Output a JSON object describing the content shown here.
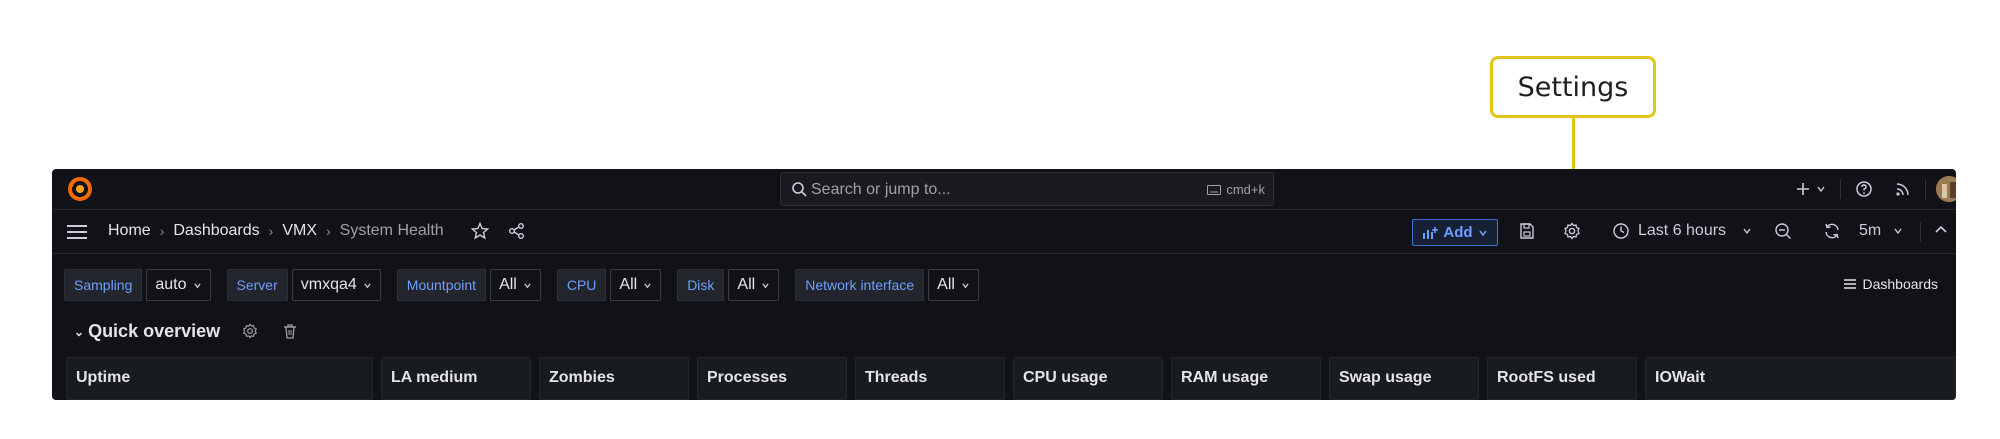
{
  "callout": {
    "text": "Settings",
    "color": "#e3c51a"
  },
  "topbar": {
    "search_placeholder": "Search or jump to...",
    "search_shortcut": "cmd+k",
    "icons": [
      "grafana-logo-icon",
      "plus-icon",
      "chevron-down-icon",
      "help-icon",
      "rss-icon",
      "avatar"
    ]
  },
  "navbar": {
    "breadcrumbs": [
      "Home",
      "Dashboards",
      "VMX",
      "System Health"
    ],
    "add_label": "Add",
    "time_range": "Last 6 hours",
    "refresh_interval": "5m"
  },
  "variables": [
    {
      "label": "Sampling",
      "value": "auto"
    },
    {
      "label": "Server",
      "value": "vmxqa4"
    },
    {
      "label": "Mountpoint",
      "value": "All"
    },
    {
      "label": "CPU",
      "value": "All"
    },
    {
      "label": "Disk",
      "value": "All"
    },
    {
      "label": "Network interface",
      "value": "All"
    }
  ],
  "dashboards_link": "Dashboards",
  "row": {
    "title": "Quick overview"
  },
  "panels": [
    "Uptime",
    "LA medium",
    "Zombies",
    "Processes",
    "Threads",
    "CPU usage",
    "RAM usage",
    "Swap usage",
    "RootFS used",
    "IOWait"
  ],
  "colors": {
    "background": "#111217",
    "accent": "#6e9fff",
    "text": "#ccccdc"
  }
}
